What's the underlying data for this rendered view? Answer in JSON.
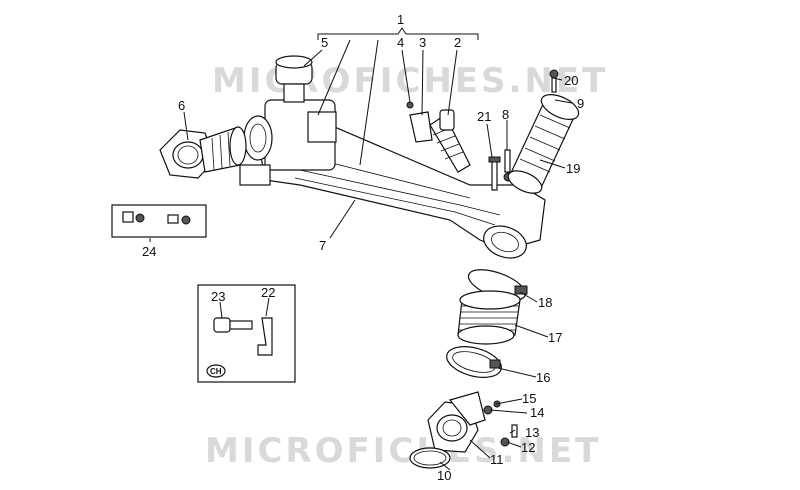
{
  "watermark": "MICROFICHES.NET",
  "labels": {
    "l1": "1",
    "l2": "2",
    "l3": "3",
    "l4": "4",
    "l5": "5",
    "l6": "6",
    "l7": "7",
    "l8": "8",
    "l9": "9",
    "l10": "10",
    "l11": "11",
    "l12": "12",
    "l13": "13",
    "l14": "14",
    "l15": "15",
    "l16": "16",
    "l17": "17",
    "l18": "18",
    "l19": "19",
    "l20": "20",
    "l21": "21",
    "l22": "22",
    "l23": "23",
    "l24": "24"
  },
  "badge": "CH"
}
